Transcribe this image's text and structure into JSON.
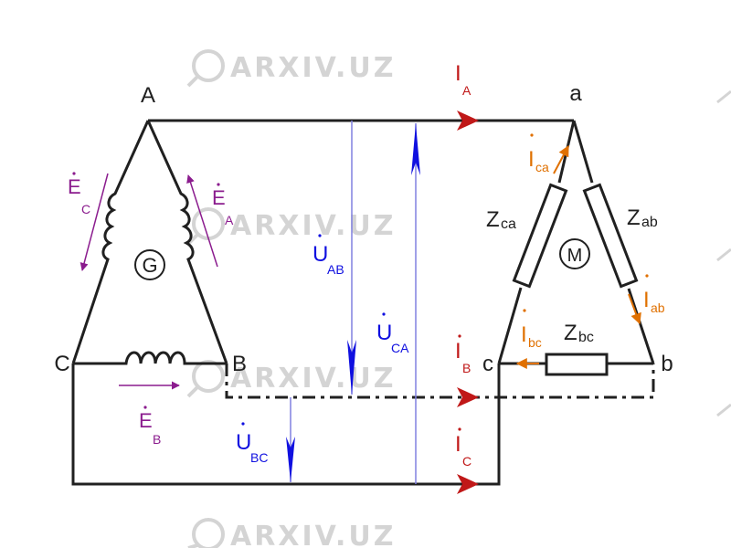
{
  "colors": {
    "wire": "#202020",
    "emf": "#8b1c8e",
    "voltage": "#1010e0",
    "current": "#c01818",
    "phase_current": "#e07000",
    "thin_line": "#8080e0",
    "watermark": "#d0d0d0"
  },
  "watermark": {
    "text": "ARXIV.UZ"
  },
  "generator": {
    "label": "G",
    "nodes": {
      "a": "A",
      "c": "C",
      "b": "B"
    },
    "emfs": {
      "ec": {
        "letter": "E",
        "sub": "C"
      },
      "ea": {
        "letter": "E",
        "sub": "A"
      },
      "eb": {
        "letter": "E",
        "sub": "B"
      }
    }
  },
  "motor": {
    "label": "M",
    "nodes": {
      "a": "a",
      "c": "c",
      "b": "b"
    },
    "impedances": {
      "zca": {
        "letter": "Z",
        "sub": "ca"
      },
      "zab": {
        "letter": "Z",
        "sub": "ab"
      },
      "zbc": {
        "letter": "Z",
        "sub": "bc"
      }
    },
    "phase_currents": {
      "ica": {
        "letter": "I",
        "sub": "ca"
      },
      "iab": {
        "letter": "I",
        "sub": "ab"
      },
      "ibc": {
        "letter": "I",
        "sub": "bc"
      }
    }
  },
  "line_currents": {
    "ia": {
      "letter": "I",
      "sub": "A"
    },
    "ib": {
      "letter": "I",
      "sub": "B"
    },
    "ic": {
      "letter": "I",
      "sub": "C"
    }
  },
  "voltages": {
    "uab": {
      "letter": "U",
      "sub": "AB"
    },
    "uca": {
      "letter": "U",
      "sub": "CA"
    },
    "ubc": {
      "letter": "U",
      "sub": "BC"
    }
  }
}
